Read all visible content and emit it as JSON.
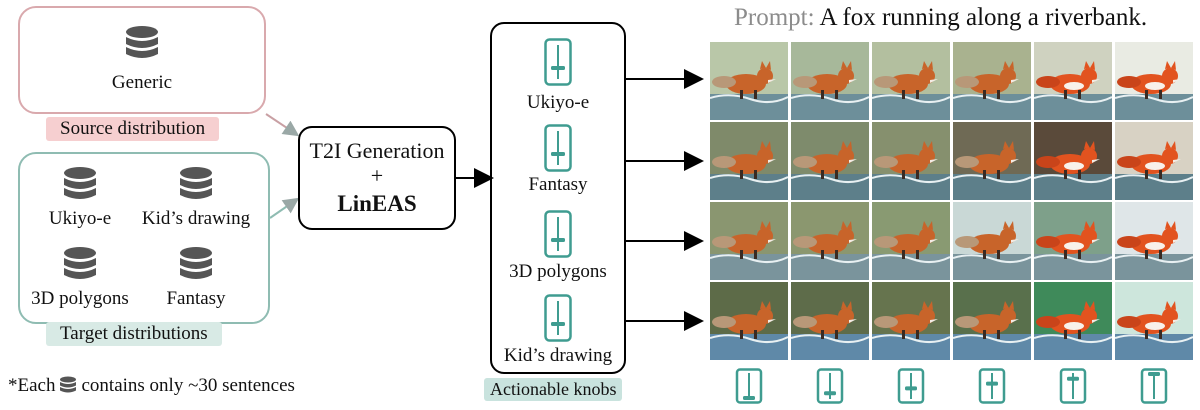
{
  "colors": {
    "source_border": "#d9a9ad",
    "source_tag_bg": "#f6cfd0",
    "target_border": "#8fbcb2",
    "target_tag_bg": "#d8eae5",
    "knob_teal": "#3f9c90",
    "prompt_gray": "#8c8c8c",
    "db_gray": "#555555"
  },
  "source": {
    "db_label": "Generic",
    "tag": "Source distribution",
    "db_icon": "database-icon"
  },
  "targets": {
    "items": [
      "Ukiyo-e",
      "Kid’s drawing",
      "3D polygons",
      "Fantasy"
    ],
    "tag": "Target distributions",
    "db_icon": "database-icon"
  },
  "generation": {
    "line1": "T2I Generation",
    "line2": "+",
    "line3": "LinEAS"
  },
  "knobs": {
    "items": [
      "Ukiyo-e",
      "Fantasy",
      "3D polygons",
      "Kid’s drawing"
    ],
    "tag": "Actionable knobs",
    "knob_icon": "slider-knob-icon"
  },
  "prompt": {
    "label": "Prompt:",
    "text": "A fox running along a riverbank."
  },
  "footnote": {
    "before": "*Each",
    "after": "contains only ~30 sentences"
  },
  "grid": {
    "rows": 4,
    "cols": 6,
    "content": "fox-image",
    "knob_levels": [
      0.0,
      0.2,
      0.4,
      0.6,
      0.8,
      1.0
    ]
  }
}
